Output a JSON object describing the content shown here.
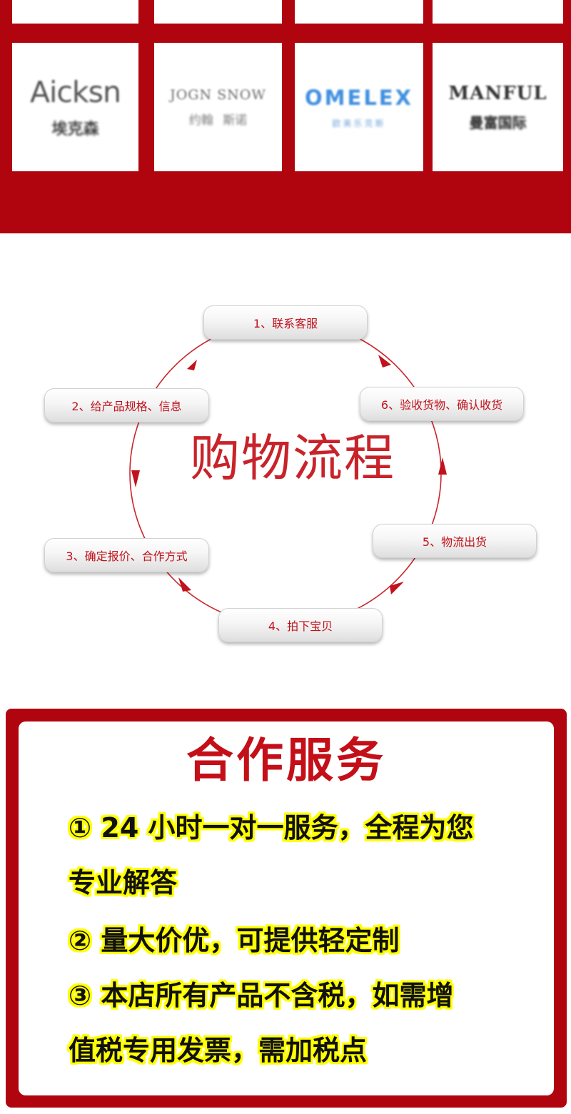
{
  "brands": [
    {
      "name": "Aicksn",
      "sub": "埃克森",
      "style": "aicksn"
    },
    {
      "name": "JOGN SNOW",
      "sub": "约翰 斯诺",
      "style": "jogn"
    },
    {
      "name": "OMELEX",
      "sub": "欧美乐克斯",
      "style": "omelex"
    },
    {
      "name": "MANFUL",
      "sub": "曼富国际",
      "style": "manful"
    }
  ],
  "process": {
    "title": "购物流程",
    "steps": [
      "1、联系客服",
      "2、给产品规格、信息",
      "3、确定报价、合作方式",
      "4、拍下宝贝",
      "5、物流出货",
      "6、验收货物、确认收货"
    ]
  },
  "service": {
    "title": "合作服务",
    "items": [
      {
        "marker": "①",
        "text_a": "24 小时一对一服务，",
        "text_b": "全程为您",
        "text_c": "专业解答"
      },
      {
        "marker": "②",
        "text_a": "量大价优，",
        "text_b": "可提供轻定制"
      },
      {
        "marker": "③",
        "text_a": "本店所有产品不含税，",
        "text_b": "如需增",
        "text_c": "值税专用发票，",
        "text_d": "需加税点"
      }
    ]
  },
  "colors": {
    "banner_red": "#b0050f",
    "step_text": "#c0131d",
    "title_red": "#c8232a",
    "highlight_yellow": "#ffff00"
  }
}
